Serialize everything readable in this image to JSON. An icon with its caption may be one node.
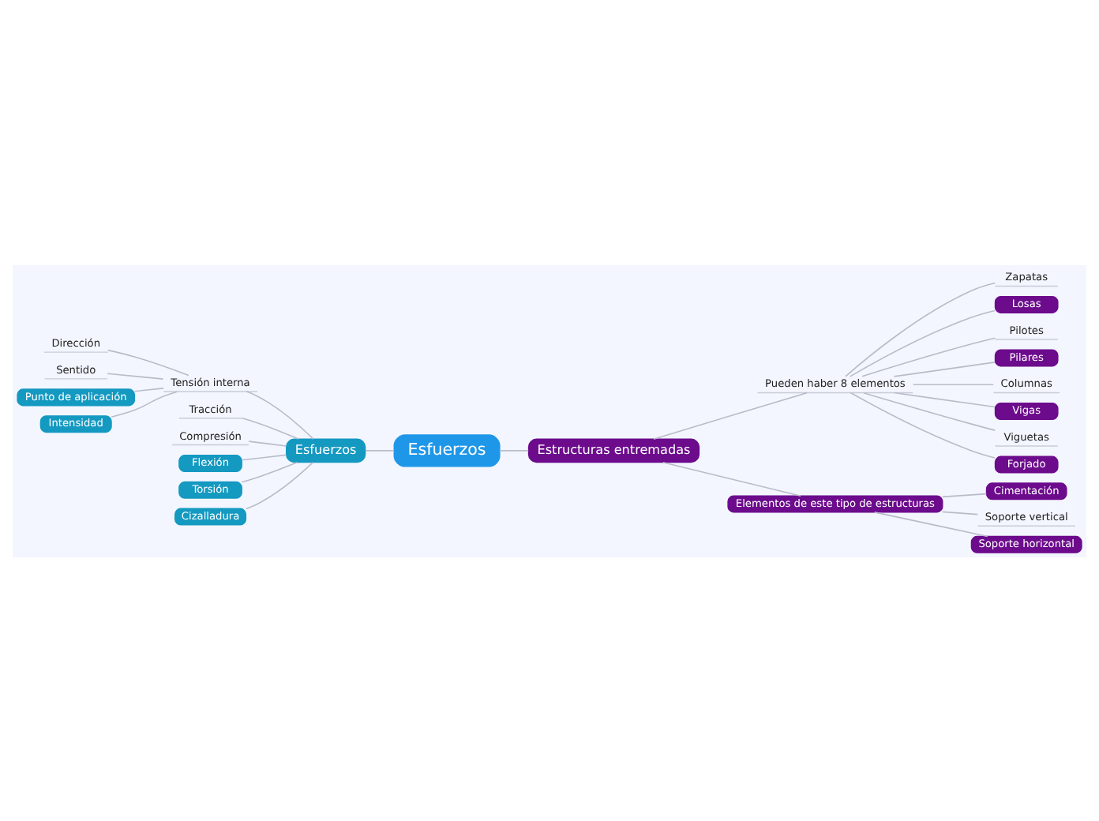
{
  "diagram": {
    "nodes": [
      {
        "text": [
          "Esfuerzos"
        ]
      },
      {
        "text": [
          "Esfuerzos"
        ]
      },
      {
        "text": [
          "Tensión interna"
        ]
      },
      {
        "text": [
          "Dirección"
        ]
      },
      {
        "text": [
          "Sentido"
        ]
      },
      {
        "text": [
          "Punto de aplicación"
        ]
      },
      {
        "text": [
          "Intensidad"
        ]
      },
      {
        "text": [
          "Tracción"
        ]
      },
      {
        "text": [
          "Compresión"
        ]
      },
      {
        "text": [
          "Flexión"
        ]
      },
      {
        "text": [
          "Torsión"
        ]
      },
      {
        "text": [
          "Cizalladura"
        ]
      },
      {
        "text": [
          "Estructuras entremadas"
        ]
      },
      {
        "text": [
          "Pueden haber 8 elementos"
        ]
      },
      {
        "text": [
          "Zapatas"
        ]
      },
      {
        "text": [
          "Losas"
        ]
      },
      {
        "text": [
          "Pilotes"
        ]
      },
      {
        "text": [
          "Pilares"
        ]
      },
      {
        "text": [
          "Columnas"
        ]
      },
      {
        "text": [
          "Vigas"
        ]
      },
      {
        "text": [
          "Viguetas"
        ]
      },
      {
        "text": [
          "Forjado"
        ]
      },
      {
        "text": [
          "Elementos de este tipo de estructuras"
        ]
      },
      {
        "text": [
          "Cimentación"
        ]
      },
      {
        "text": [
          "Soporte vertical"
        ]
      },
      {
        "text": [
          "Soporte horizontal"
        ]
      }
    ],
    "edges": [
      {
        "from": 0,
        "to": 1,
        "arrow": "none"
      },
      {
        "from": 1,
        "to": 2,
        "arrow": "none"
      },
      {
        "from": 2,
        "to": 3,
        "arrow": "none"
      },
      {
        "from": 2,
        "to": 4,
        "arrow": "none"
      },
      {
        "from": 2,
        "to": 5,
        "arrow": "none"
      },
      {
        "from": 2,
        "to": 6,
        "arrow": "none"
      },
      {
        "from": 1,
        "to": 7,
        "arrow": "none"
      },
      {
        "from": 1,
        "to": 8,
        "arrow": "none"
      },
      {
        "from": 1,
        "to": 9,
        "arrow": "none"
      },
      {
        "from": 1,
        "to": 10,
        "arrow": "none"
      },
      {
        "from": 1,
        "to": 11,
        "arrow": "none"
      },
      {
        "from": 0,
        "to": 12,
        "arrow": "none"
      },
      {
        "from": 12,
        "to": 13,
        "arrow": "none"
      },
      {
        "from": 13,
        "to": 14,
        "arrow": "none"
      },
      {
        "from": 13,
        "to": 15,
        "arrow": "none"
      },
      {
        "from": 13,
        "to": 16,
        "arrow": "none"
      },
      {
        "from": 13,
        "to": 17,
        "arrow": "none"
      },
      {
        "from": 13,
        "to": 18,
        "arrow": "none"
      },
      {
        "from": 13,
        "to": 19,
        "arrow": "none"
      },
      {
        "from": 13,
        "to": 20,
        "arrow": "none"
      },
      {
        "from": 13,
        "to": 21,
        "arrow": "none"
      },
      {
        "from": 12,
        "to": 22,
        "arrow": "none"
      },
      {
        "from": 22,
        "to": 23,
        "arrow": "none"
      },
      {
        "from": 22,
        "to": 24,
        "arrow": "none"
      },
      {
        "from": 22,
        "to": 25,
        "arrow": "none"
      }
    ]
  }
}
